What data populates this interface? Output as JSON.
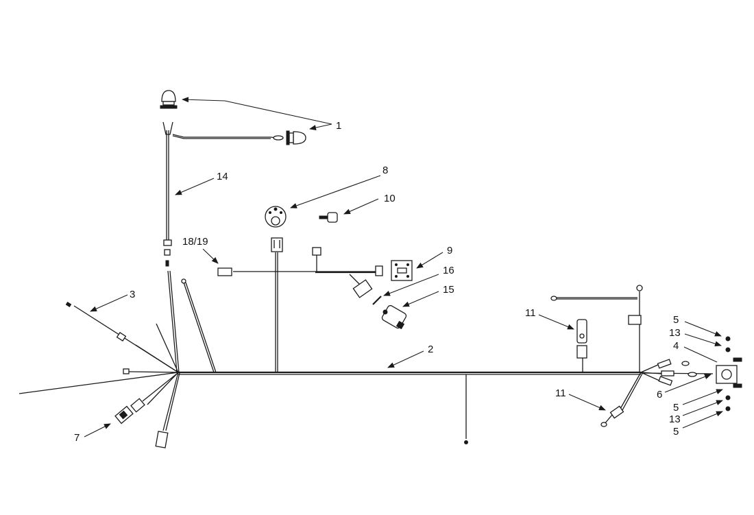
{
  "labels": {
    "l1": "1",
    "l2": "2",
    "l3": "3",
    "l4": "4",
    "l5a": "5",
    "l5b": "5",
    "l5c": "5",
    "l6": "6",
    "l7": "7",
    "l8": "8",
    "l9": "9",
    "l10": "10",
    "l11a": "11",
    "l11b": "11",
    "l13a": "13",
    "l13b": "13",
    "l14": "14",
    "l15": "15",
    "l16": "16",
    "l18_19": "18/19"
  },
  "colors": {
    "line": "#1a1a1a",
    "background": "#ffffff"
  }
}
